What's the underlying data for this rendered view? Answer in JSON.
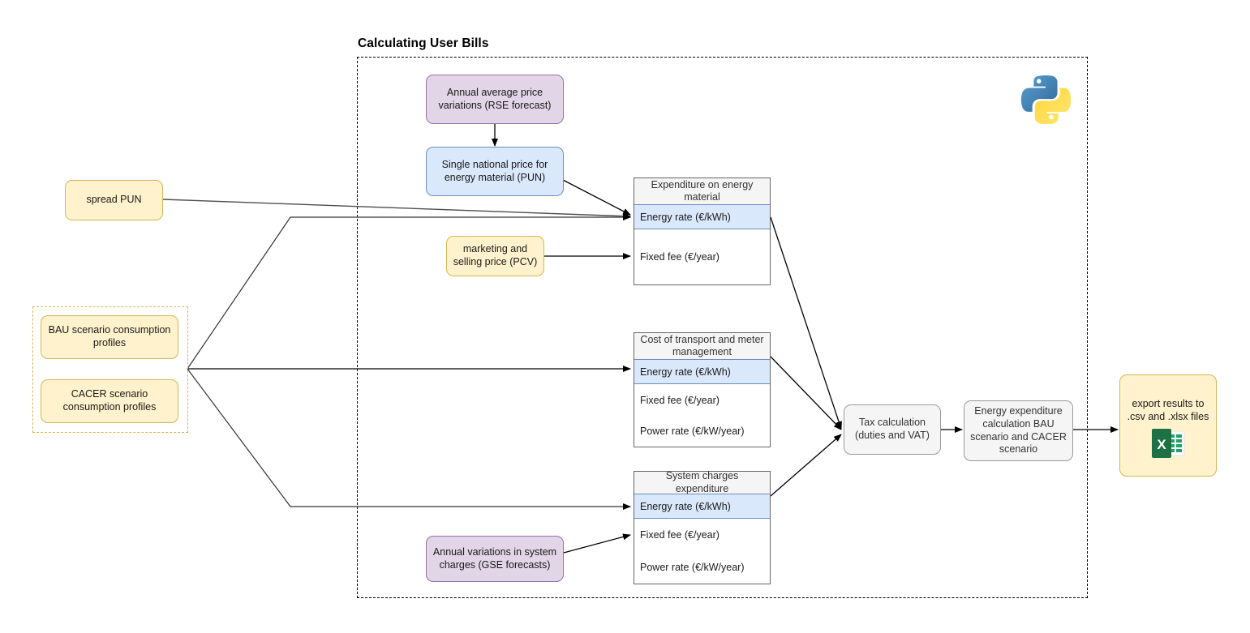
{
  "container": {
    "title": "Calculating User Bills"
  },
  "nodes": {
    "rse": {
      "label": "Annual average price variations (RSE forecast)"
    },
    "pun": {
      "label": "Single national price for energy material (PUN)"
    },
    "spread_pun": {
      "label": "spread PUN"
    },
    "pcv": {
      "label": "marketing and selling price (PCV)"
    },
    "bau": {
      "label": "BAU scenario consumption profiles"
    },
    "cacer": {
      "label": "CACER scenario consumption profiles"
    },
    "gse": {
      "label": "Annual variations in system charges (GSE forecasts)"
    },
    "tax": {
      "label": "Tax calculation (duties and VAT)"
    },
    "energy_calc": {
      "label": "Energy expenditure calculation BAU scenario and CACER scenario"
    },
    "export": {
      "label": "export results to .csv and .xlsx files"
    }
  },
  "tables": [
    {
      "id": "expenditure-energy-material",
      "header": "Expenditure on energy material",
      "rows": [
        {
          "label": "Energy rate (€/kWh)",
          "highlight": true
        },
        {
          "label": "Fixed fee (€/year)",
          "highlight": false
        }
      ]
    },
    {
      "id": "cost-transport-meter",
      "header": "Cost of transport and meter management",
      "rows": [
        {
          "label": "Energy rate (€/kWh)",
          "highlight": true
        },
        {
          "label": "Fixed fee (€/year)",
          "highlight": false
        },
        {
          "label": "Power rate (€/kW/year)",
          "highlight": false
        }
      ]
    },
    {
      "id": "system-charges-expenditure",
      "header": "System charges expenditure",
      "rows": [
        {
          "label": "Energy rate (€/kWh)",
          "highlight": true
        },
        {
          "label": "Fixed fee (€/year)",
          "highlight": false
        },
        {
          "label": "Power rate (€/kW/year)",
          "highlight": false
        }
      ]
    }
  ],
  "icons": {
    "python": "python-logo-icon",
    "excel": "excel-logo-icon"
  },
  "colors": {
    "yellow_fill": "#fff2cc",
    "yellow_stroke": "#d6b656",
    "purple_fill": "#e1d5e7",
    "purple_stroke": "#9673a6",
    "blue_fill": "#dae8fc",
    "blue_stroke": "#6c8ebf",
    "grey_fill": "#f5f5f5",
    "grey_stroke": "#9a9a9a",
    "edge": "#000000",
    "python_blue": "#366f9e",
    "python_yellow": "#ffd champion"
  }
}
